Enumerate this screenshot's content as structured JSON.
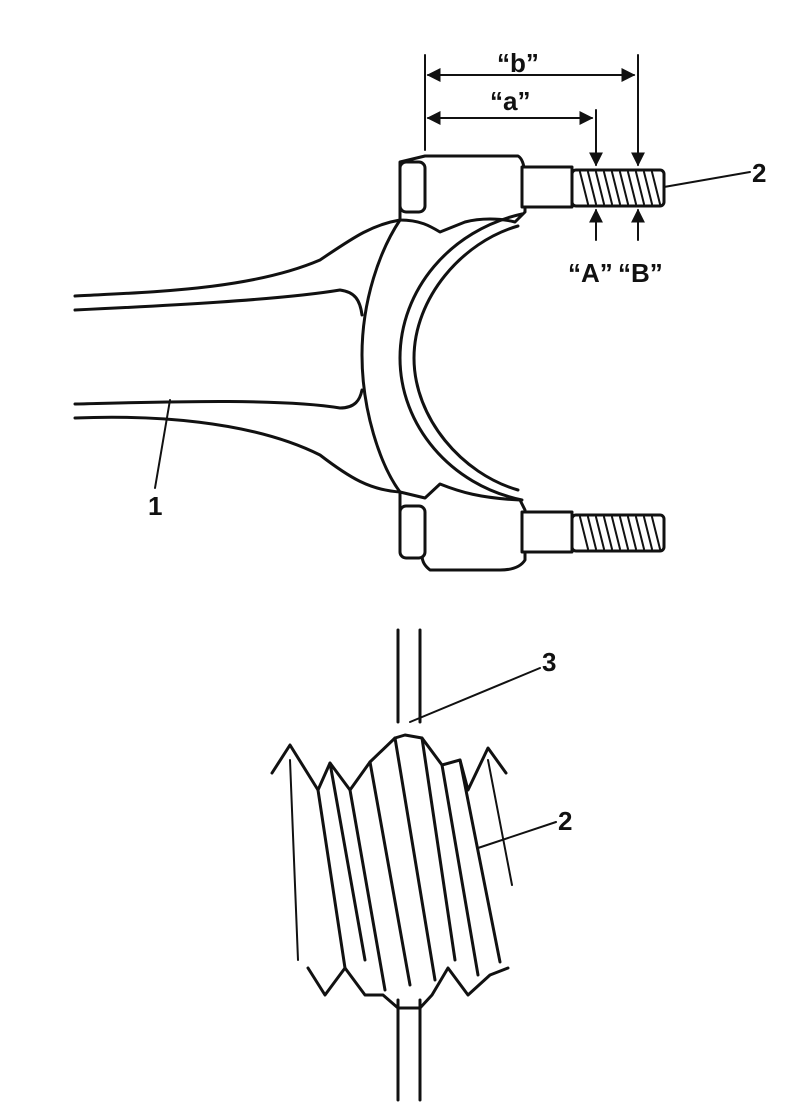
{
  "dimensions": {
    "a": "“a”",
    "b": "“b”",
    "A": "“A”",
    "B": "“B”"
  },
  "callouts": {
    "rod": "1",
    "bolt_top": "2",
    "bolt_detail": "2",
    "measure_line": "3"
  }
}
